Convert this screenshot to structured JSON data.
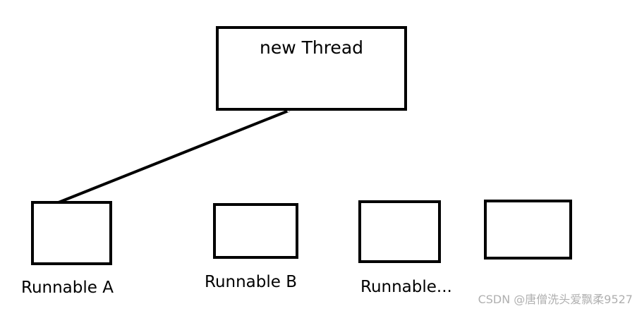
{
  "diagram": {
    "root_label": "new Thread",
    "children": [
      {
        "label": "Runnable A",
        "connected": true
      },
      {
        "label": "Runnable B",
        "connected": false
      },
      {
        "label": "Runnable...",
        "connected": false
      },
      {
        "label": "",
        "connected": false
      }
    ]
  },
  "watermark": "CSDN @唐僧洗头爱飘柔9527",
  "colors": {
    "stroke": "#000000",
    "background": "#ffffff",
    "watermark": "#b0b0b0"
  }
}
